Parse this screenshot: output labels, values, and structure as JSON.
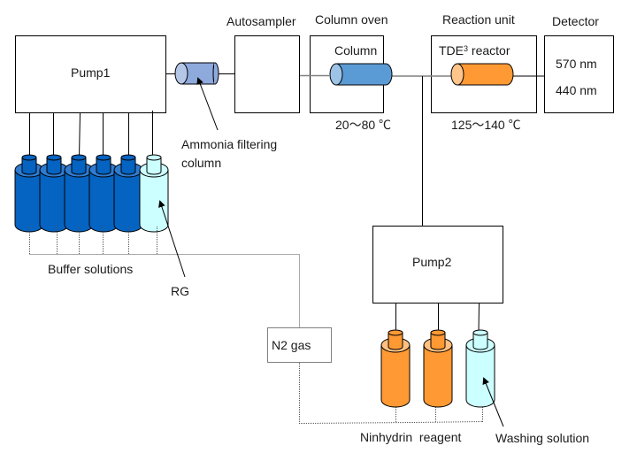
{
  "diagram": {
    "pump1": {
      "label": "Pump1"
    },
    "pump2": {
      "label": "Pump2"
    },
    "ammonia_column": {
      "label_line1": "Ammonia filtering",
      "label_line2": "column"
    },
    "autosampler": {
      "label": "Autosampler"
    },
    "column_oven": {
      "label": "Column oven",
      "inner_label": "Column",
      "temperature": "20～80 ℃"
    },
    "reaction_unit": {
      "label": "Reaction unit",
      "inner_label_main": "TDE",
      "inner_label_sup": "3",
      "inner_label_rest": " reactor",
      "temperature": "125～140 ℃"
    },
    "detector": {
      "label": "Detector",
      "wavelength_1": "570 nm",
      "wavelength_2": "440 nm"
    },
    "buffer_solutions": {
      "label": "Buffer solutions",
      "count": 5
    },
    "rg": {
      "label": "RG"
    },
    "n2_gas": {
      "label": "N2 gas"
    },
    "ninhydrin": {
      "label": "Ninhydrin  reagent",
      "count": 2
    },
    "washing": {
      "label": "Washing solution"
    },
    "colors": {
      "buffer_bottle": "#0563C1",
      "buffer_bottle_top": "#2E7BD1",
      "rg_bottle": "#CCFFFF",
      "ninhydrin_bottle": "#FF9933",
      "ninhydrin_top": "#FFC080",
      "column_blue": "#5B9BD5",
      "column_blue_cap": "#9DC3E6",
      "ammonia_column": "#8EA9DB",
      "ammonia_cap": "#B4C7E7",
      "reactor_orange": "#FF9933",
      "reactor_cap": "#FFC58A",
      "line": "#000000",
      "flow_line_grey": "#808080"
    }
  }
}
